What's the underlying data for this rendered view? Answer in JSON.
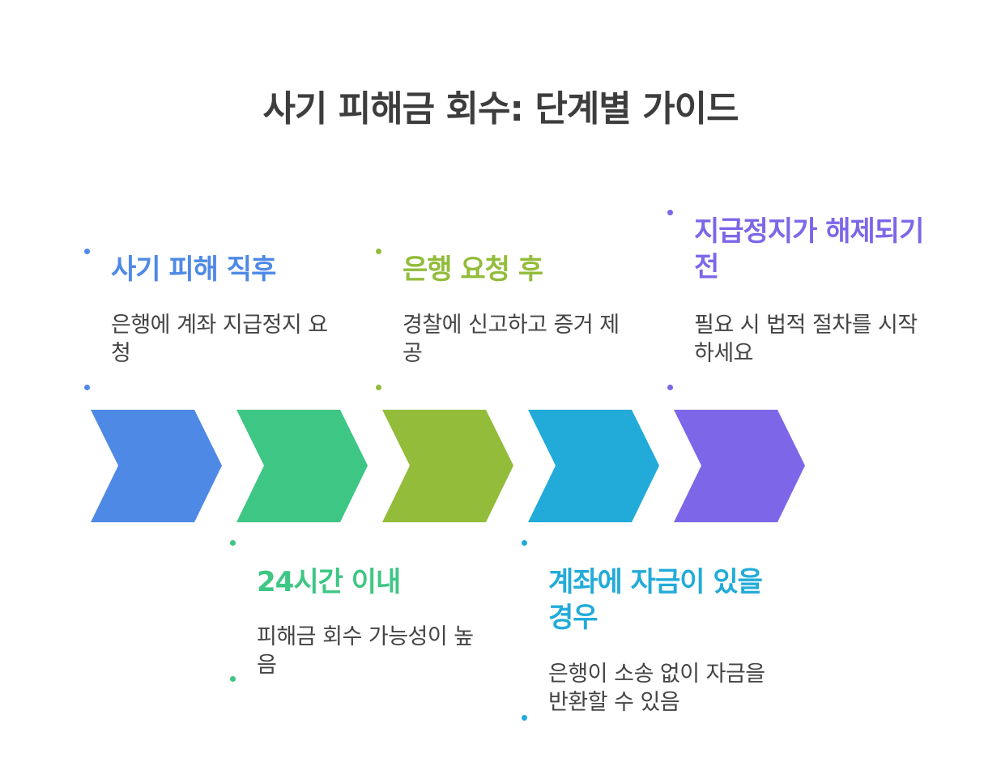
{
  "title": "사기 피해금 회수: 단계별 가이드",
  "steps": [
    {
      "title": "사기 피해 직후",
      "desc": "은행에 계좌 지급정지 요청",
      "color": "#4f89e6"
    },
    {
      "title": "24시간 이내",
      "desc": "피해금 회수 가능성이 높음",
      "color": "#3ec684"
    },
    {
      "title": "은행 요청 후",
      "desc": "경찰에 신고하고 증거 제공",
      "color": "#92bc3a"
    },
    {
      "title": "계좌에 자금이 있을 경우",
      "desc": "은행이 소송 없이 자금을 반환할 수 있음",
      "color": "#22abd9"
    },
    {
      "title": "지급정지가 해제되기 전",
      "desc": "필요 시 법적 절차를 시작하세요",
      "color": "#7e66e8"
    }
  ]
}
